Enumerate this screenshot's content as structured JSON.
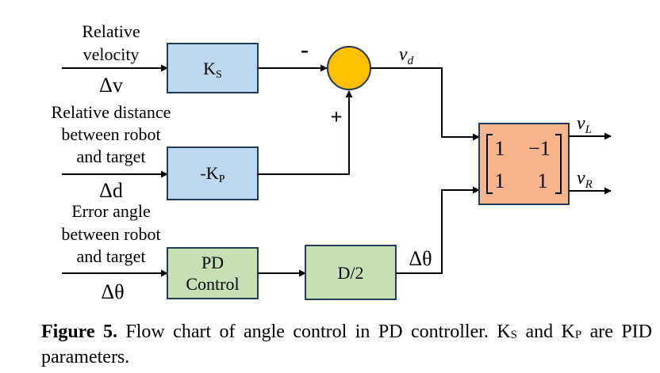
{
  "inputs": {
    "velocity": {
      "lines": [
        "Relative",
        "velocity"
      ],
      "symbol": "Δv"
    },
    "distance": {
      "lines": [
        "Relative distance",
        "between robot",
        "and target"
      ],
      "symbol": "Δd"
    },
    "angle": {
      "lines": [
        "Error angle",
        "between robot",
        "and target"
      ],
      "symbol": "Δθ"
    }
  },
  "blocks": {
    "ks": {
      "main": "K",
      "sub": "S"
    },
    "kp": {
      "main": "-K",
      "sub": "P"
    },
    "pd": {
      "lines": [
        "PD",
        "Control"
      ]
    },
    "d2": {
      "label": "D/2"
    },
    "matrix": {
      "row1": [
        "1",
        "−1"
      ],
      "row2": [
        "1",
        "1"
      ]
    }
  },
  "signs": {
    "minus": "-",
    "plus": "+"
  },
  "signals": {
    "vd": {
      "main": "v",
      "sub": "d"
    },
    "vl": {
      "main": "v",
      "sub": "L"
    },
    "vr": {
      "main": "v",
      "sub": "R"
    },
    "dtheta": "Δθ"
  },
  "colors": {
    "blue_block": "#bdd7ee",
    "green_block": "#c5e0b4",
    "orange_block": "#f8b58c",
    "summing_junction": "#ffc000",
    "stroke": "#1f3b57"
  },
  "caption": {
    "label": "Figure 5.",
    "text_a": " Flow chart of angle control in PD controller. K",
    "sub_a": "S",
    "text_b": " and K",
    "sub_b": "P",
    "text_c": " are PID parameters."
  }
}
